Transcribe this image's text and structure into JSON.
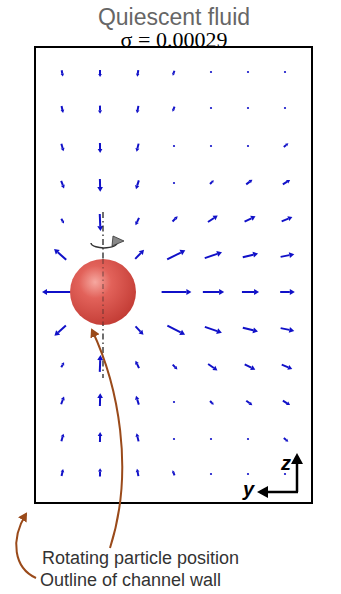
{
  "diagram": {
    "title": "Quiescent fluid",
    "labels": [
      "σ = 0.00029",
      "z",
      "y",
      "Rotating particle position",
      "Outline of channel wall"
    ]
  }
}
